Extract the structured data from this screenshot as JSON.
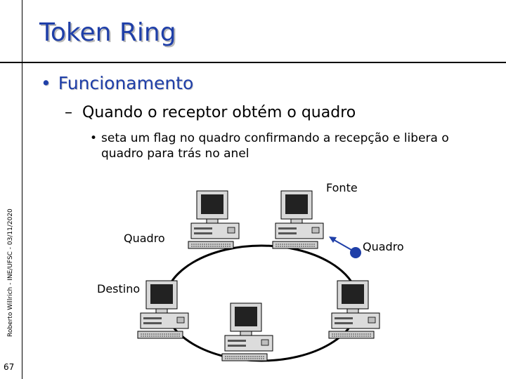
{
  "slide": {
    "title": "Token Ring",
    "bullet1": "Funcionamento",
    "bullet2": "Quando o receptor obtém o quadro",
    "bullet3": "seta um flag no quadro confirmando a recepção e libera o quadro para trás no anel",
    "side_text": "Roberto Willrich - INE/UFSC - 03/11/2020",
    "page_number": "67"
  },
  "diagram": {
    "label_source": "Fonte",
    "label_frame_left": "Quadro",
    "label_frame_right": "Quadro",
    "label_destination": "Destino",
    "token_color": "#1f3fa8"
  }
}
